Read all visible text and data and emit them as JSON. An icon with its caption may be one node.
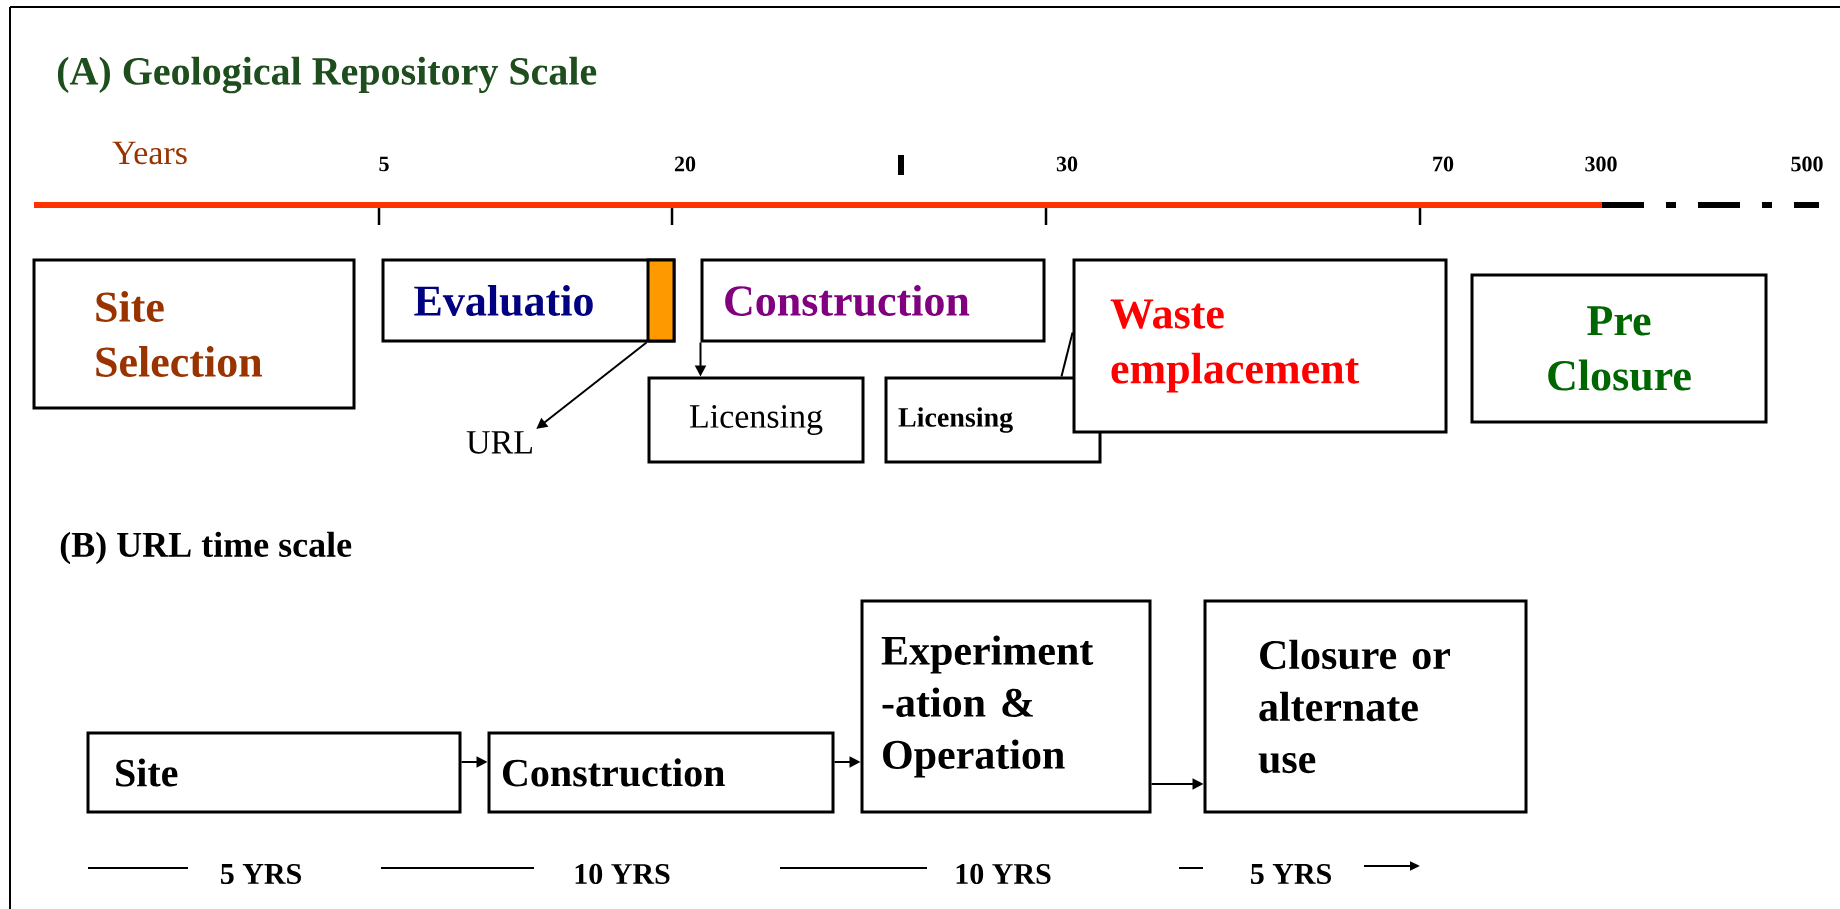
{
  "diagram": {
    "title": "(A) Geological Repository Scale",
    "nodes": [
      {
        "text": [
          "Site Selection"
        ]
      },
      {
        "text": [
          "Evaluatio"
        ]
      },
      {
        "text": [],
        "shape": "bar",
        "in": 1
      },
      {
        "text": [
          "URL"
        ]
      },
      {
        "text": [
          "Construction"
        ]
      },
      {
        "text": [
          "Licensing"
        ]
      },
      {
        "text": [
          "Licensing"
        ]
      },
      {
        "text": [
          "Waste emplacement"
        ]
      },
      {
        "text": [
          "Pre Closure"
        ]
      },
      {
        "text": [
          "Site"
        ]
      },
      {
        "text": [
          "Construction"
        ]
      },
      {
        "text": [
          "Experiment -ation & Operation"
        ]
      },
      {
        "text": [
          "Closure or alternate use"
        ]
      }
    ],
    "edges": [
      {
        "from": 2,
        "to": 3,
        "arrow": "to"
      },
      {
        "from": 4,
        "to": 5,
        "arrow": "to"
      },
      {
        "from": 6,
        "to": 7,
        "arrow": "none"
      },
      {
        "from": 9,
        "to": 10,
        "arrow": "to"
      },
      {
        "from": 10,
        "to": 11,
        "arrow": "to"
      },
      {
        "from": 11,
        "to": 12,
        "arrow": "to"
      }
    ],
    "labels": [
      "Years",
      "5",
      "20",
      "30",
      "70",
      "300",
      "500",
      "(B) URL time scale",
      "5 YRS",
      "10 YRS",
      "10 YRS",
      "5 YRS"
    ]
  }
}
